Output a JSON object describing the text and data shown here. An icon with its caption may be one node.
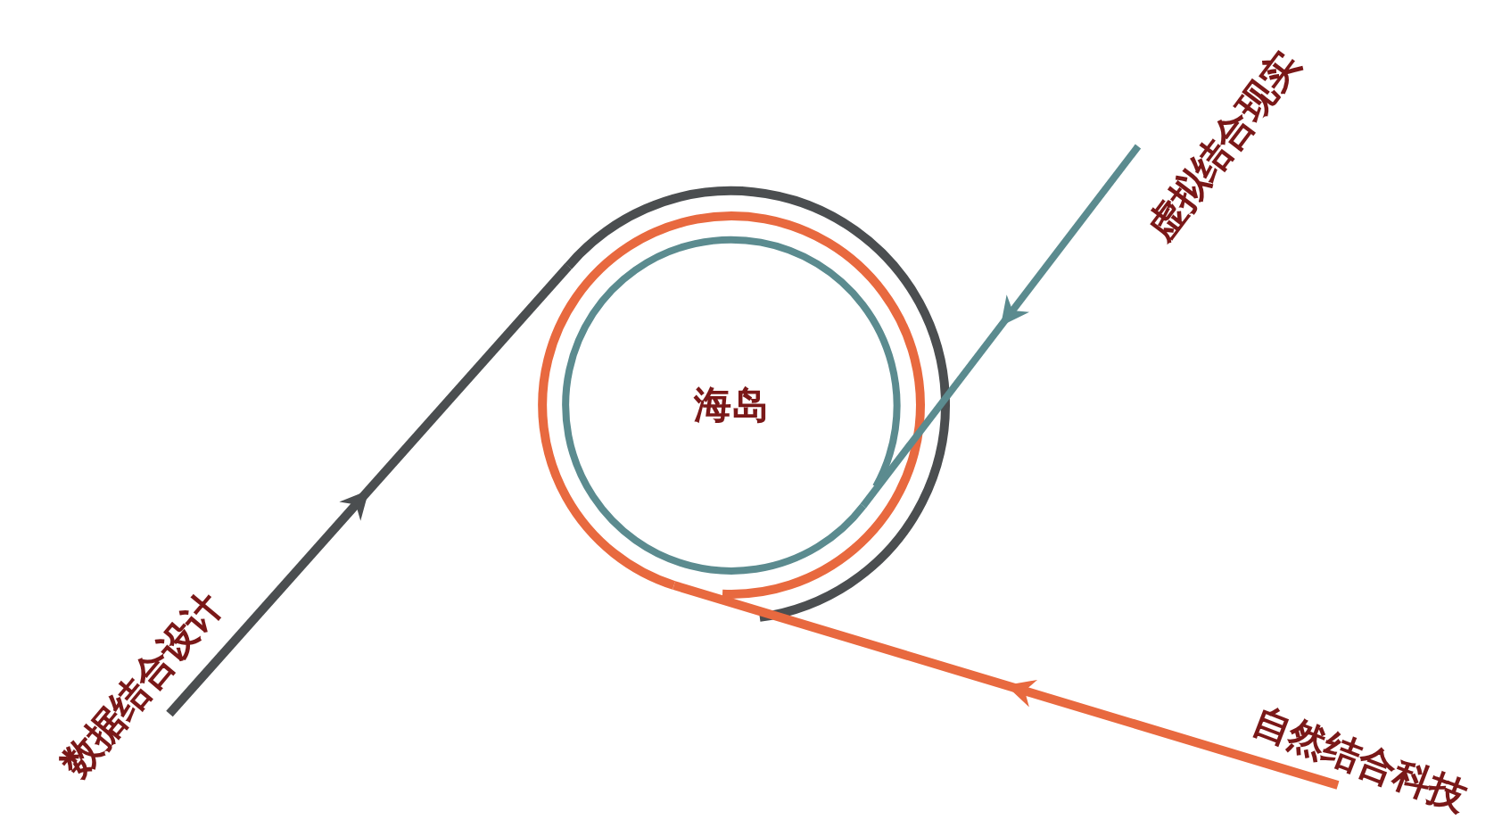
{
  "diagram": {
    "nodes": [
      {
        "text": [
          "海岛"
        ]
      },
      {
        "text": [
          "数据结合设计"
        ]
      },
      {
        "text": [
          "虚拟结合现实"
        ]
      },
      {
        "text": [
          "自然结合科技"
        ]
      }
    ],
    "edges": [
      {
        "from": 1,
        "to": 0,
        "arrow": "to",
        "color": "#4b4e50"
      },
      {
        "from": 2,
        "to": 0,
        "arrow": "to",
        "color": "#5b8b8f"
      },
      {
        "from": 3,
        "to": 0,
        "arrow": "to",
        "color": "#e8693f"
      }
    ]
  }
}
